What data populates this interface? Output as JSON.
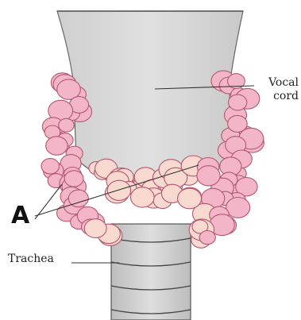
{
  "labels": {
    "vocal_cord": "Vocal cord",
    "trachea": "Trachea",
    "marker": "A"
  },
  "colors": {
    "gland_fill": "#f3b6c8",
    "gland_light": "#f7d9cf",
    "gland_outline": "#b3576f",
    "larynx_fill": "#d9d9d9",
    "larynx_shadow": "#c8c8c8",
    "trachea_fill": "#d3d3d3",
    "line": "#333333"
  }
}
